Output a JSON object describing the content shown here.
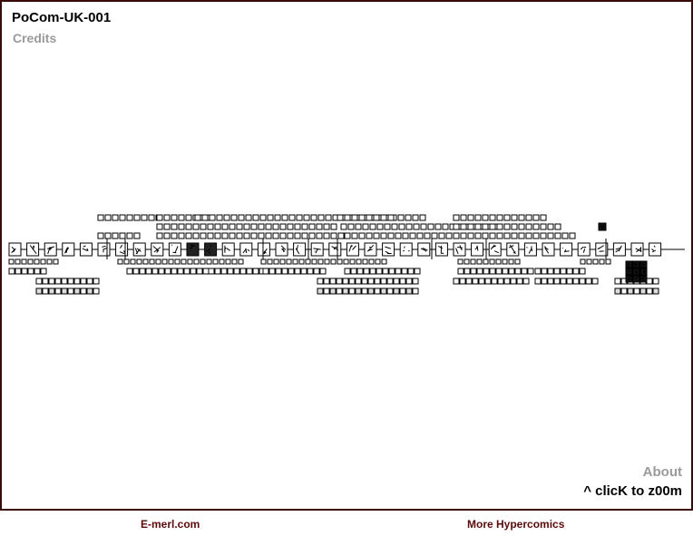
{
  "header": {
    "title": "PoCom-UK-001",
    "credits_label": "Credits"
  },
  "corner": {
    "about_label": "About",
    "zoom_hint": "^ clicK to z00m"
  },
  "footer": {
    "emerl_label": "E-merl.com",
    "more_label": "More Hypercomics"
  },
  "colors": {
    "frame": "#3a0a0a",
    "footer_link": "#5a0a0a",
    "muted": "#9a9a9a"
  },
  "map": {
    "main_panel_count": 37
  }
}
